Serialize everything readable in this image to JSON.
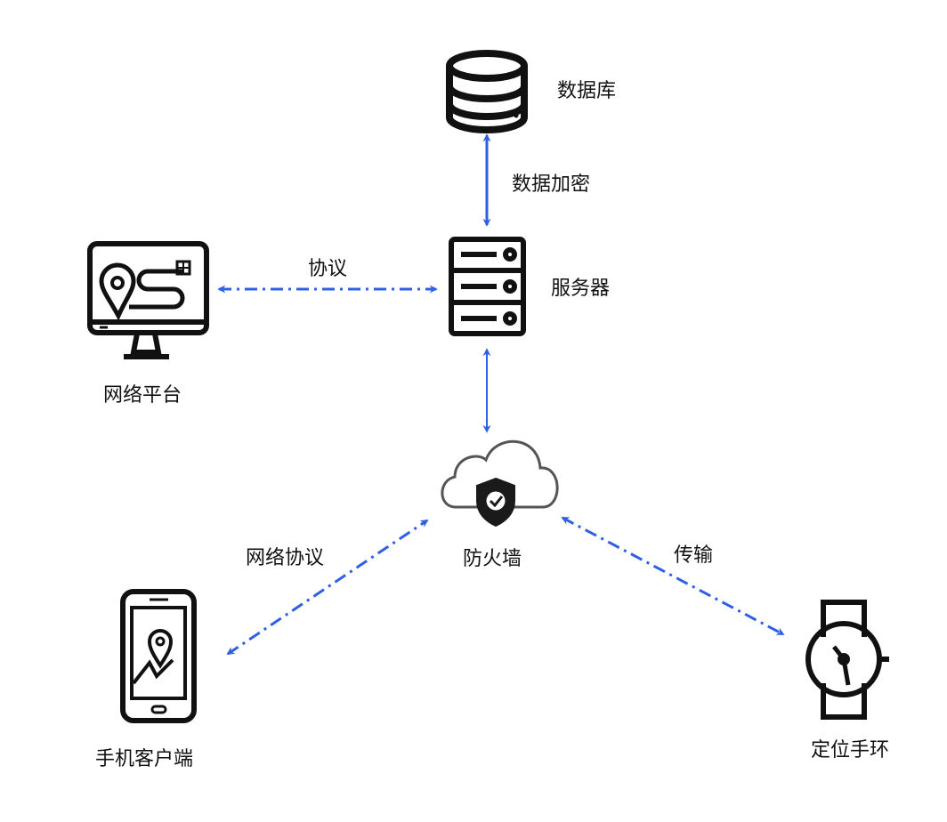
{
  "nodes": {
    "database": "数据库",
    "server": "服务器",
    "platform": "网络平台",
    "firewall": "防火墙",
    "phone": "手机客户端",
    "wristband": "定位手环"
  },
  "edges": {
    "db_server": "数据加密",
    "platform_server": "协议",
    "phone_firewall": "网络协议",
    "firewall_band": "传输"
  },
  "colors": {
    "arrow": "#2f5fe6",
    "icon_stroke": "#111111",
    "cloud_stroke": "#666666"
  },
  "icons": [
    "database-icon",
    "server-icon",
    "monitor-map-icon",
    "cloud-shield-icon",
    "phone-map-icon",
    "watch-icon"
  ]
}
